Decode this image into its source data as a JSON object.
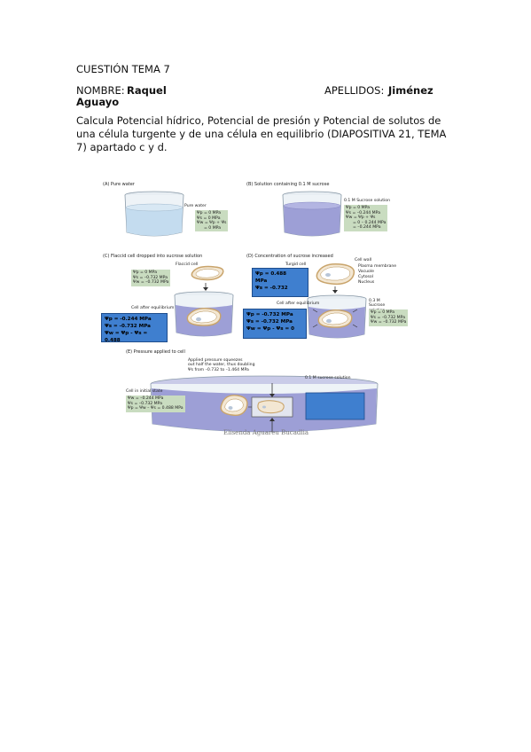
{
  "header": {
    "title": "CUESTIÓN TEMA 7",
    "nombre_label": "NOMBRE:",
    "nombre_value_line1": "Raquel",
    "nombre_value_line2": "Aguayo",
    "apellidos_label": "APELLIDOS:",
    "apellidos_value": "Jiménez"
  },
  "instructions": "Calcula Potencial hídrico, Potencial de presión y Potencial de solutos de una célula turgente y de una célula en equilibrio (DIAPOSITIVA 21, TEMA 7) apartado c y d.",
  "figure": {
    "panel_a": {
      "caption": "(A)  Pure water",
      "label": "Pure water",
      "values": [
        "Ψp = 0 MPa",
        "Ψs = 0 MPa",
        "Ψw = Ψp + Ψs",
        "= 0 MPa"
      ]
    },
    "panel_b": {
      "caption": "(B)  Solution containing 0.1 M sucrose",
      "label": "0.1 M Sucrose solution",
      "values": [
        "Ψp = 0 MPa",
        "Ψs = –0.244 MPa",
        "Ψw = Ψp + Ψs",
        "= 0 – 0.244 MPa",
        "= –0.244 MPa"
      ]
    },
    "panel_c": {
      "caption": "(C)  Flaccid cell dropped into sucrose solution",
      "cell_label": "Flaccid cell",
      "values": [
        "Ψp = 0 MPa",
        "Ψs = –0.732 MPa",
        "Ψw = –0.732 MPa"
      ],
      "eq_label": "Cell after equilibrium",
      "answer": [
        "Ψp = -0.244 MPa",
        "Ψs = -0.732 MPa",
        "Ψw = Ψp - Ψs = 0.488"
      ]
    },
    "panel_d": {
      "caption": "(D)  Concentration of sucrose increased",
      "labels": [
        "Cell wall",
        "Plasma membrane",
        "Vacuole",
        "Cytosol",
        "Nucleus"
      ],
      "turgid_label": "Turgid cell",
      "answer_top": [
        "Ψp = 0.488",
        "MPa",
        "Ψs = -0.732"
      ],
      "eq_label": "Cell after equilibrium",
      "answer_bottom": [
        "Ψp = -0.732 MPa",
        "Ψs = -0.732 MPa",
        "Ψw = Ψp - Ψs = 0"
      ],
      "solution_label": "0.3 M Sucrose solution",
      "values": [
        "Ψp = 0 MPa",
        "Ψs = –0.732 MPa",
        "Ψw = –0.732 MPa"
      ]
    },
    "panel_e": {
      "caption": "(E)  Pressure applied to cell",
      "applied_label": [
        "Applied pressure squeezes",
        "out half the water, thus doubling",
        "Ψs from –0.732 to –1.464 MPa"
      ],
      "solution_label": "0.1 M sucrose solution",
      "initial_label": "Cell in initial state",
      "values": [
        "Ψw = –0.244 MPa",
        "Ψs = –0.732 MPa",
        "Ψp = Ψw – Ψs = 0.488 MPa"
      ]
    },
    "watermark": "Elisenda Aguareu Bucadlia",
    "colors": {
      "water": "#c4dcef",
      "sucrose": "#9d9fd6",
      "green_box": "#c9dcc0",
      "blue_box": "#3f7fcf",
      "cell_wall": "#c9a46b"
    }
  }
}
